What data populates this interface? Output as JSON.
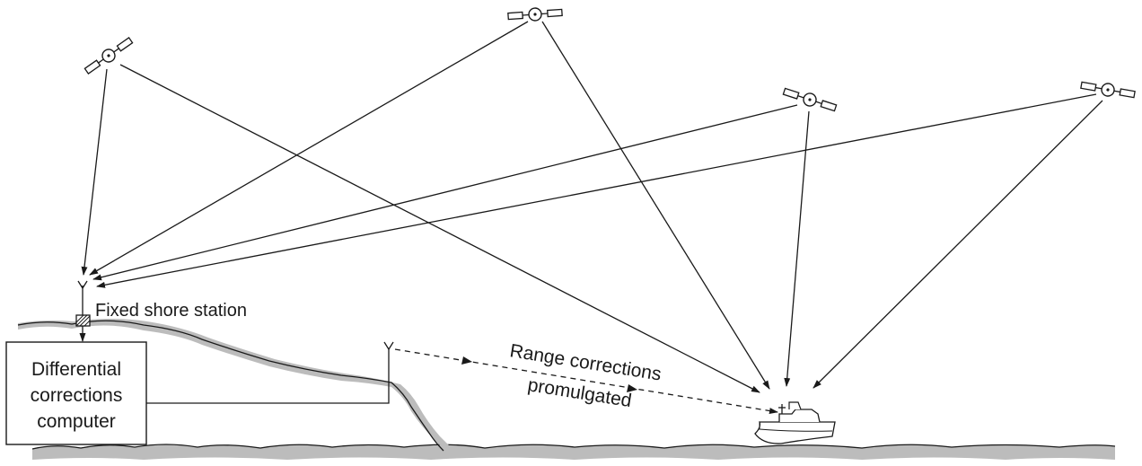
{
  "labels": {
    "shore_station": "Fixed shore station",
    "computer_line1": "Differential",
    "computer_line2": "corrections",
    "computer_line3": "computer",
    "range_line1": "Range corrections",
    "range_line2": "promulgated"
  },
  "icons": {
    "satellite": "satellite-icon",
    "antenna": "antenna-icon",
    "ship": "ship-icon"
  },
  "colors": {
    "ink": "#1a1a1a",
    "ground_shadow": "#bcbcbc",
    "background": "#ffffff"
  }
}
